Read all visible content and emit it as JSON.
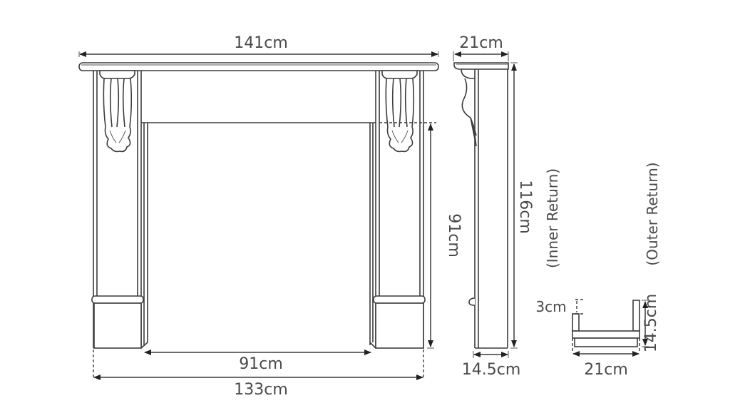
{
  "diagram": {
    "title": "Fire surround dimensions",
    "front_view": {
      "overall_shelf_width": "141cm",
      "overall_leg_width": "133cm",
      "opening_width": "91cm",
      "opening_height": "91cm"
    },
    "side_view": {
      "shelf_depth": "21cm",
      "total_height": "116cm",
      "leg_depth": "14.5cm"
    },
    "returns": {
      "inner_label": "(Inner Return)",
      "outer_label": "(Outer Return)",
      "step": "3cm",
      "height": "14.5cm",
      "width": "21cm"
    }
  }
}
